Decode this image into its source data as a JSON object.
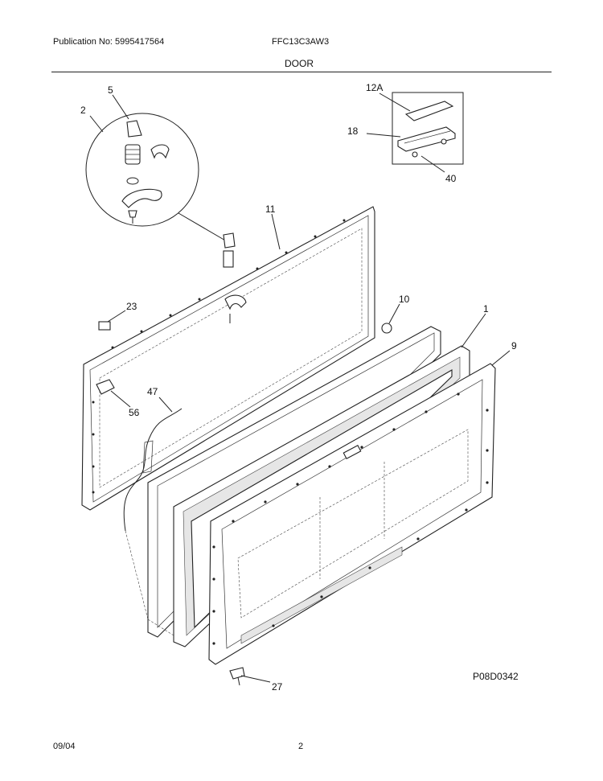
{
  "header": {
    "publication": "Publication No: 5995417564",
    "model": "FFC13C3AW3",
    "section": "DOOR"
  },
  "diagram": {
    "drawing_id": "P08D0342",
    "callouts": [
      "5",
      "2",
      "12A",
      "18",
      "40",
      "11",
      "10",
      "23",
      "1",
      "9",
      "47",
      "56",
      "27"
    ]
  },
  "footer": {
    "date": "09/04",
    "page": "2"
  }
}
